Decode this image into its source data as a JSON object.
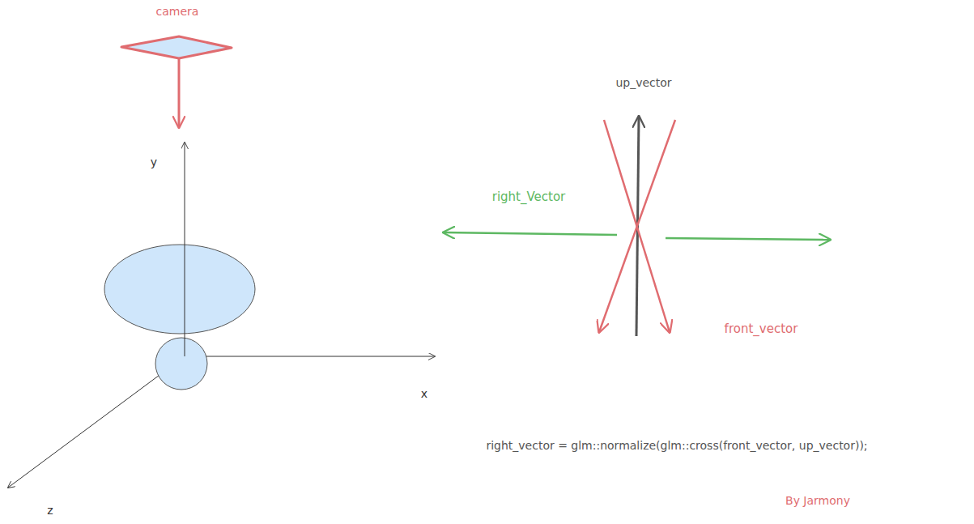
{
  "diagram": {
    "nodes": [
      {
        "text": [
          "camera"
        ]
      }
    ],
    "labels": [
      "y",
      "x",
      "z",
      "up_vector",
      "right_Vector",
      "front_vector",
      "right_vector = glm::normalize(glm::cross(front_vector, up_vector));",
      "By Jarmony"
    ]
  }
}
